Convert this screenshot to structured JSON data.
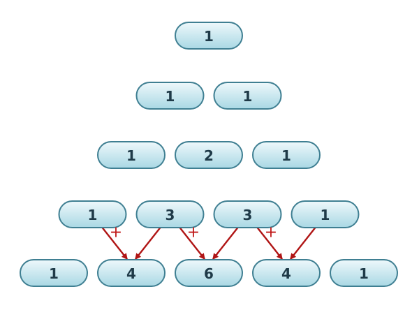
{
  "rows": [
    [
      "1"
    ],
    [
      "1",
      "1"
    ],
    [
      "1",
      "2",
      "1"
    ],
    [
      "1",
      "3",
      "3",
      "1"
    ],
    [
      "1",
      "4",
      "6",
      "4",
      "1"
    ]
  ],
  "sum_symbols": [
    "+",
    "+",
    "+"
  ],
  "colors": {
    "cell_fill_top": "#eef8fb",
    "cell_fill_bottom": "#a9d8e4",
    "cell_stroke": "#3f7f92",
    "cell_text": "#1f3a48",
    "arrow": "#b01515",
    "plus": "#c01818"
  }
}
